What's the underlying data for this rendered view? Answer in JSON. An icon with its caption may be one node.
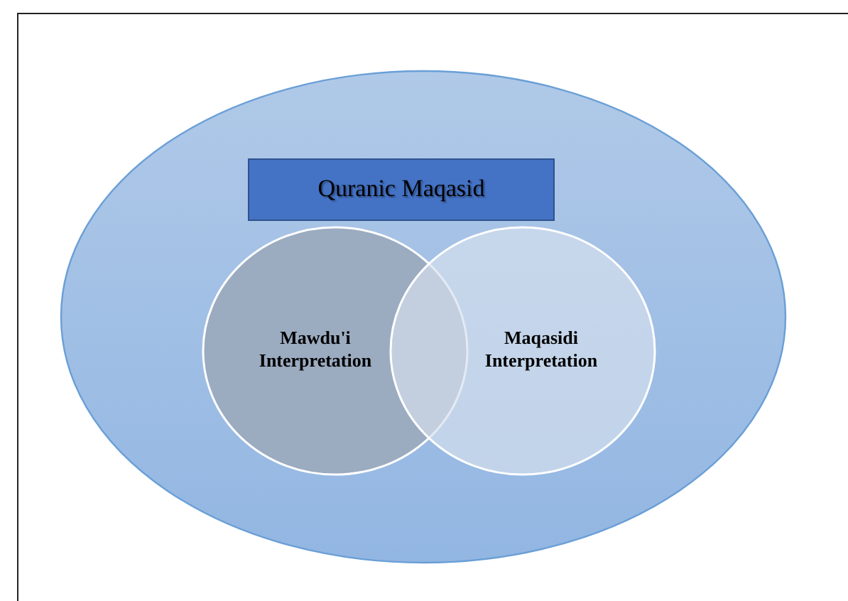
{
  "diagram": {
    "nodes": [
      {
        "text": [],
        "shape": "ellipse"
      },
      {
        "text": [
          "Quranic Maqasid"
        ],
        "in": 0
      },
      {
        "text": [
          "Mawdu'i Interpretation"
        ],
        "in": 0
      },
      {
        "text": [
          "Maqasidi Interpretation"
        ],
        "in": 0
      }
    ]
  }
}
